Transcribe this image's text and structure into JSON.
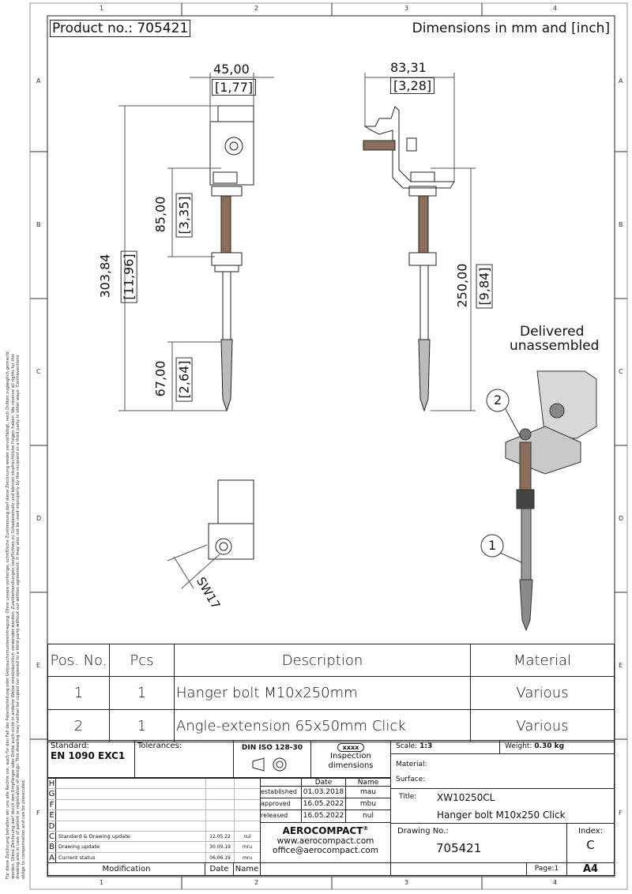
{
  "frame": {
    "columns": [
      "1",
      "2",
      "3",
      "4"
    ],
    "rows": [
      "A",
      "B",
      "C",
      "D",
      "E",
      "F"
    ]
  },
  "header": {
    "product_no": "Product no.: 705421",
    "dimensions_note": "Dimensions in mm and [inch]"
  },
  "dimensions": {
    "width_front": "45,00",
    "width_front_in": "[1,77]",
    "width_side": "83,31",
    "width_side_in": "[3,28]",
    "total_length": "303,84",
    "total_length_in": "[11,96]",
    "thread_upper": "85,00",
    "thread_upper_in": "[3,35]",
    "thread_lower": "67,00",
    "thread_lower_in": "[2,64]",
    "bolt_length": "250,00",
    "bolt_length_in": "[9,84]",
    "wrench": "SW17"
  },
  "iso_view": {
    "note_line1": "Delivered",
    "note_line2": "unassembled",
    "balloon_1": "1",
    "balloon_2": "2"
  },
  "parts_table": {
    "headers": [
      "Pos. No.",
      "Pcs",
      "Description",
      "Material"
    ],
    "rows": [
      [
        "1",
        "1",
        "Hanger bolt M10x250mm",
        "Various"
      ],
      [
        "2",
        "1",
        "Angle-extension 65x50mm Click",
        "Various"
      ]
    ]
  },
  "title_block": {
    "standard_label": "Standard:",
    "standard": "EN 1090 EXC1",
    "tolerances_label": "Tolerances:",
    "din": "DIN ISO 128-30",
    "inspection_tag": "xxxx",
    "inspection_label": "Inspection dimensions",
    "scale_label": "Scale:",
    "scale": "1:3",
    "weight_label": "Weight:",
    "weight": "0.30 kg",
    "material_label": "Material:",
    "surface_label": "Surface:",
    "title_label": "Title:",
    "title_code": "XW10250CL",
    "title_name": "Hanger bolt M10x250 Click",
    "drawing_no_label": "Drawing No.:",
    "drawing_no": "705421",
    "index_label": "Index:",
    "index": "C",
    "page": "Page:1",
    "format": "A4",
    "date_header": "Date",
    "name_header": "Name",
    "approvals": [
      {
        "label": "established",
        "date": "01.03.2018",
        "name": "mau"
      },
      {
        "label": "approved",
        "date": "16.05.2022",
        "name": "mbu"
      },
      {
        "label": "released",
        "date": "16.05.2022",
        "name": "nul"
      }
    ],
    "company": "AEROCOMPACT",
    "reg": "®",
    "website": "www.aerocompact.com",
    "email": "office@aerocompact.com",
    "revisions": [
      {
        "rev": "H",
        "text": "",
        "date": "",
        "name": ""
      },
      {
        "rev": "G",
        "text": "",
        "date": "",
        "name": ""
      },
      {
        "rev": "F",
        "text": "",
        "date": "",
        "name": ""
      },
      {
        "rev": "E",
        "text": "",
        "date": "",
        "name": ""
      },
      {
        "rev": "D",
        "text": "",
        "date": "",
        "name": ""
      },
      {
        "rev": "C",
        "text": "Standard & Drawing update",
        "date": "12.05.22",
        "name": "nul"
      },
      {
        "rev": "B",
        "text": "Drawing update",
        "date": "30.09.19",
        "name": "mru"
      },
      {
        "rev": "A",
        "text": "Current status",
        "date": "06.06.19",
        "name": "mru"
      }
    ],
    "modification_label": "Modification",
    "date_label": "Date",
    "name_label": "Name"
  },
  "disclaimer": "Für diese Zeichnung behalten wir uns alle Rechte vor, auch für den Fall der Patenterteilung oder Gebrauchsmustereintragung. Ohne unsere vorherige, schriftliche Zustimmung darf diese Zeichnung weder vervielfältigt, noch Dritten zugänglich gemacht werden. Diese Zeichnung darf durch den Empfänger oder Dritte auch nicht in anderer Weise missbräuchlich verwendet werden. Zuwiderhandlungen verpflichten zu Schadenersatz und können strafrechtliche Folgen haben. We reserve all rights for this drawing also in case of patent or registration of design. This drawing may neither be copied nor opened to a third party without our written agreement. It may also not be used improperly by the recipient or a third party in other ways. Contraventions oblige to compensation and can be prosecuted."
}
